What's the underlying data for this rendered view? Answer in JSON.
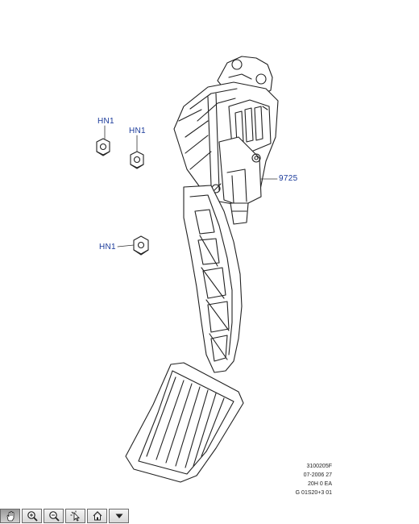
{
  "callouts": {
    "nut_1": "HN1",
    "nut_2": "HN1",
    "nut_3": "HN1",
    "pedal_assembly": "9725"
  },
  "drawing_code": {
    "line1": "3100205F",
    "line2": "07-2006 27",
    "line3": "20H 0 EA",
    "line4": "G 01S20+3 01"
  },
  "toolbar": {
    "buttons": [
      {
        "icon": "pan-hand-icon",
        "active": true
      },
      {
        "icon": "zoom-in-icon",
        "active": false
      },
      {
        "icon": "zoom-out-icon",
        "active": false
      },
      {
        "icon": "select-cursor-icon",
        "active": false
      },
      {
        "icon": "home-icon",
        "active": false
      },
      {
        "icon": "dropdown-arrow-icon",
        "active": false
      }
    ]
  }
}
